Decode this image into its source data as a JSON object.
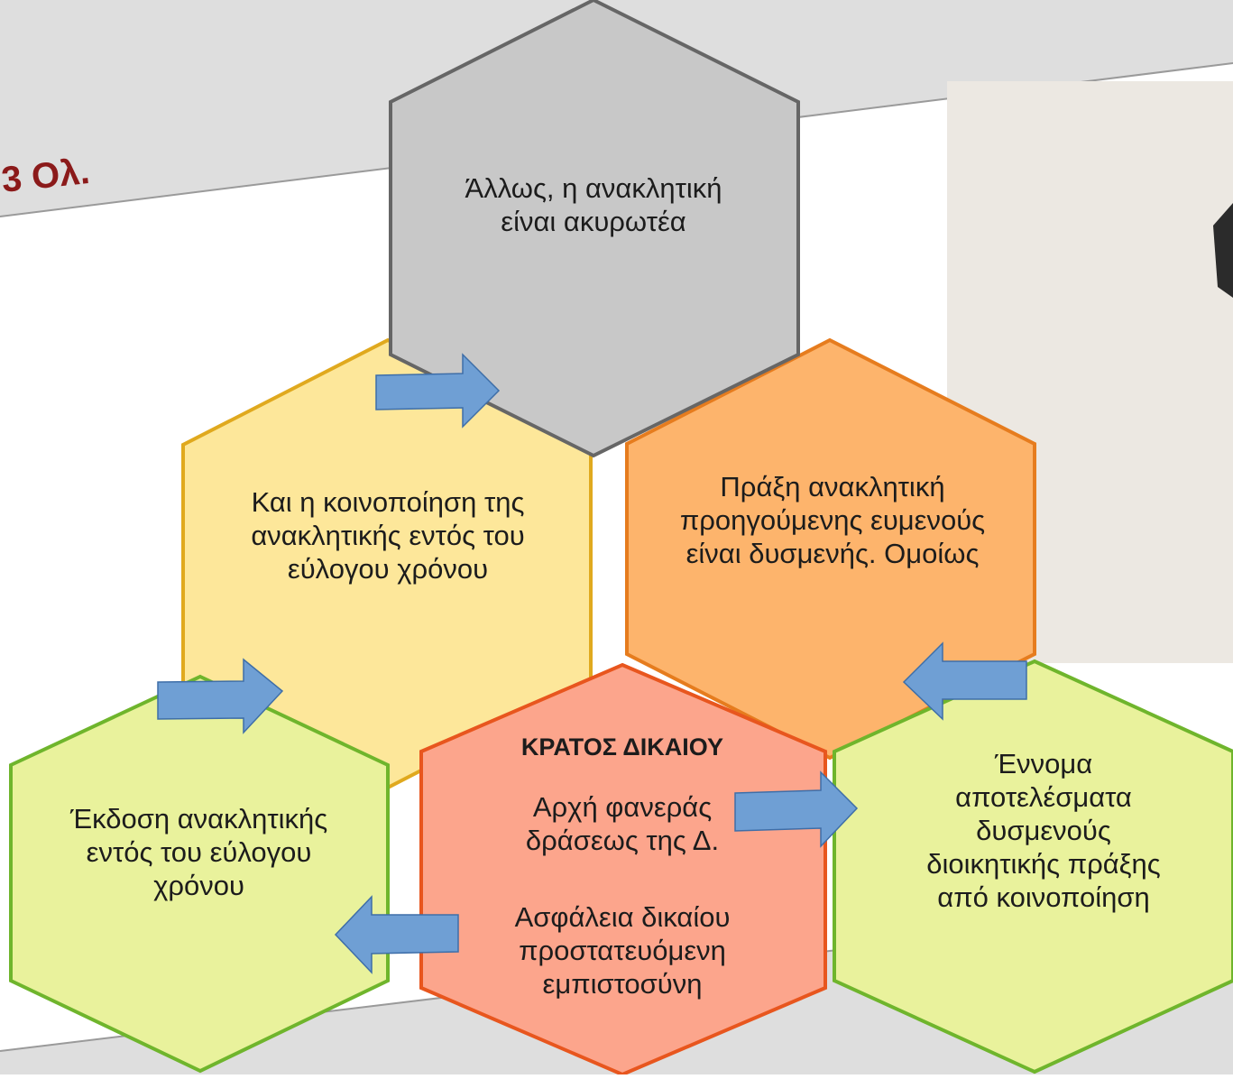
{
  "slide": {
    "title_fragment": "3 Ολ."
  },
  "hexagons": {
    "top": {
      "text": "Άλλως, η ανακλητική είναι ακυρωτέα",
      "fill": "#c8c8c8",
      "stroke": "#666666"
    },
    "upper_left": {
      "text": "Και η κοινοποίηση της ανακλητικής εντός του εύλογου χρόνου",
      "fill": "#fde79a",
      "stroke": "#e0a91e"
    },
    "upper_right": {
      "text": "Πράξη ανακλητική προηγούμενης ευμενούς είναι δυσμενής. Ομοίως",
      "fill": "#fdb46c",
      "stroke": "#e67c1e"
    },
    "center": {
      "heading": "ΚΡΑΤΟΣ ΔΙΚΑΙΟΥ",
      "line1": "Αρχή φανεράς δράσεως της Δ.",
      "line2": "Ασφάλεια δικαίου προστατευόμενη εμπιστοσύνη",
      "fill": "#fca58c",
      "stroke": "#e8561e"
    },
    "lower_left": {
      "text": "Έκδοση ανακλητικής εντός του εύλογου χρόνου",
      "fill": "#e9f29c",
      "stroke": "#6fb52c"
    },
    "lower_right": {
      "text": "Έννομα αποτελέσματα δυσμενούς διοικητικής πράξης από κοινοποίηση",
      "fill": "#e9f29c",
      "stroke": "#6fb52c"
    }
  },
  "colors": {
    "arrow_fill": "#6f9fd4",
    "arrow_stroke": "#3e6ea8",
    "background_band": "#dedede",
    "title_color": "#8b1a1a"
  }
}
